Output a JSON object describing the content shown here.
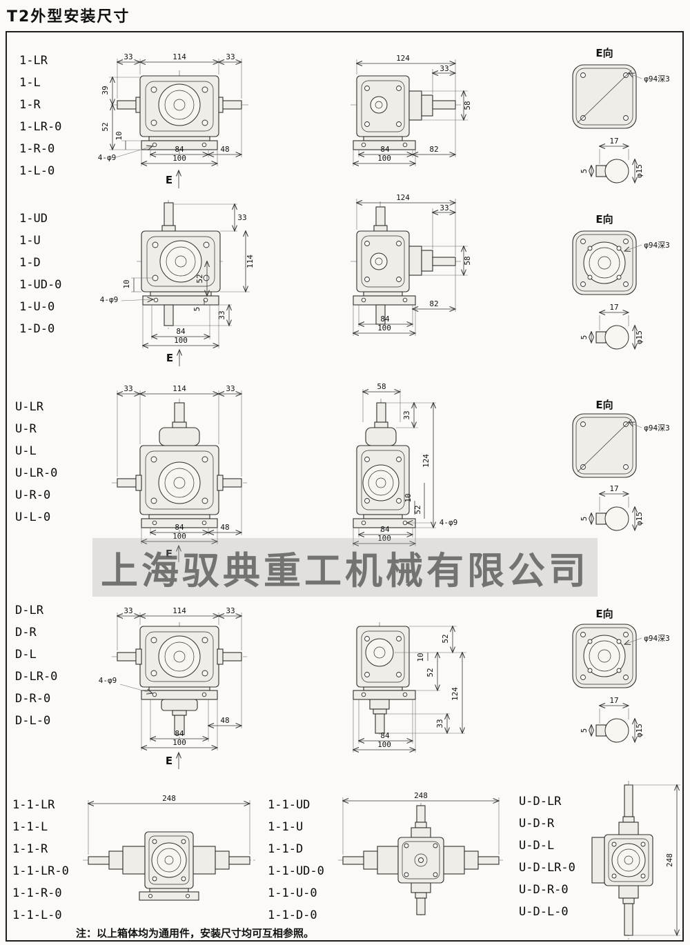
{
  "page": {
    "title": "T2外型安装尺寸",
    "watermark": "上海驭典重工机械有限公司",
    "note": "注：以上箱体均为通用件，安装尺寸均可互相参照。"
  },
  "rows": [
    {
      "labels": [
        "1-LR",
        "1-L",
        "1-R",
        "1-LR-0",
        "1-R-0",
        "1-L-0"
      ],
      "front": {
        "d1": "33",
        "d2": "114",
        "d3": "33",
        "d4": "39",
        "d5": "52",
        "d6": "10",
        "d7": "4-φ9",
        "d8": "84",
        "d9": "48",
        "d10": "100",
        "e": "E"
      },
      "side": {
        "d1": "124",
        "d2": "33",
        "d3": "58",
        "d4": "84",
        "d5": "82",
        "d6": "100"
      },
      "eview": {
        "title": "E向",
        "d1": "φ94深3",
        "d2": "17",
        "d3": "5",
        "d4": "φ15"
      }
    },
    {
      "labels": [
        "1-UD",
        "1-U",
        "1-D",
        "1-UD-0",
        "1-U-0",
        "1-D-0"
      ],
      "front": {
        "d1": "33",
        "d2": "114",
        "d3": "10",
        "d4": "52",
        "d5": "4-φ9",
        "d6": "5",
        "d7": "33",
        "d8": "84",
        "d9": "100",
        "e": "E"
      },
      "side": {
        "d1": "124",
        "d2": "33",
        "d3": "58",
        "d4": "82",
        "d5": "84",
        "d6": "100"
      },
      "eview": {
        "title": "E向",
        "d1": "φ94深3",
        "d2": "17",
        "d3": "5",
        "d4": "φ15"
      }
    },
    {
      "labels": [
        "U-LR",
        "U-R",
        "U-L",
        "U-LR-0",
        "U-R-0",
        "U-L-0"
      ],
      "front": {
        "d1": "33",
        "d2": "114",
        "d3": "33",
        "d4": "84",
        "d5": "48",
        "d6": "100",
        "e": "E"
      },
      "side": {
        "d1": "58",
        "d2": "33",
        "d3": "124",
        "d4": "10",
        "d5": "52",
        "d6": "4-φ9",
        "d7": "84",
        "d8": "100"
      },
      "eview": {
        "title": "E向",
        "d1": "φ94深3",
        "d2": "17",
        "d3": "5",
        "d4": "φ15"
      }
    },
    {
      "labels": [
        "D-LR",
        "D-R",
        "D-L",
        "D-LR-0",
        "D-R-0",
        "D-L-0"
      ],
      "front": {
        "d1": "33",
        "d2": "114",
        "d3": "33",
        "d4": "4-φ9",
        "d5": "84",
        "d6": "48",
        "d7": "100",
        "e": "E"
      },
      "side": {
        "d1": "52",
        "d2": "10",
        "d3": "52",
        "d4": "124",
        "d5": "33",
        "d6": "84",
        "d7": "100"
      },
      "eview": {
        "title": "E向",
        "d1": "φ94深3",
        "d2": "17",
        "d3": "5",
        "d4": "φ15"
      }
    }
  ],
  "bottom": {
    "groups": [
      {
        "labels": [
          "1-1-LR",
          "1-1-L",
          "1-1-R",
          "1-1-LR-0",
          "1-1-R-0",
          "1-1-L-0"
        ],
        "dim": "248"
      },
      {
        "labels": [
          "1-1-UD",
          "1-1-U",
          "1-1-D",
          "1-1-UD-0",
          "1-1-U-0",
          "1-1-D-0"
        ],
        "dim": "248"
      },
      {
        "labels": [
          "U-D-LR",
          "U-D-R",
          "U-D-L",
          "U-D-LR-0",
          "U-D-R-0",
          "U-D-L-0"
        ],
        "dim": "248"
      }
    ]
  }
}
